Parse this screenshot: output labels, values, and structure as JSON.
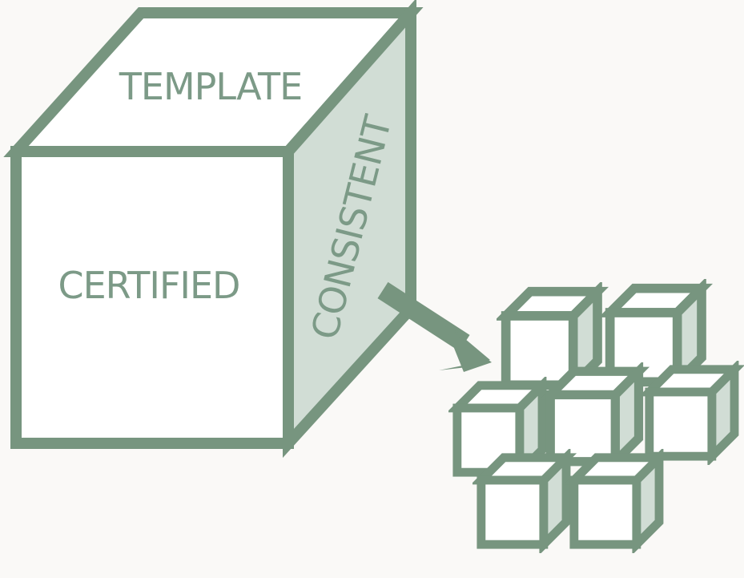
{
  "diagram": {
    "faces": {
      "top_label": "TEMPLATE",
      "front_label": "CERTIFIED",
      "side_label": "CONSISTENT"
    },
    "arrow": {
      "icon": "arrow-right-down-icon"
    },
    "copies": {
      "count": 7,
      "icon": "small-cube-icon"
    }
  },
  "colors": {
    "stroke": "#77957f",
    "label": "#7c9a87",
    "face_white": "#ffffff",
    "face_side": "#d1ddd5",
    "background": "#faf9f7"
  }
}
